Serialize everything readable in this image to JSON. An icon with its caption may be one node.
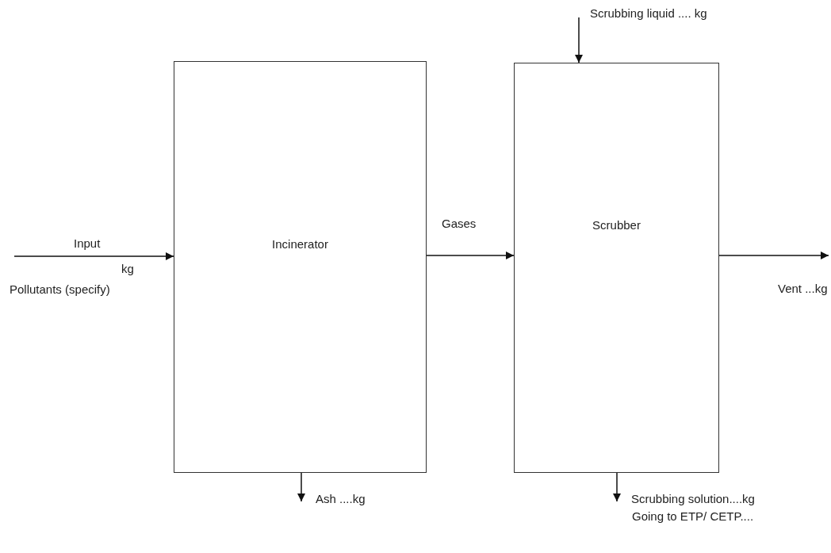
{
  "diagram": {
    "nodes": [
      {
        "text": [
          "Incinerator"
        ]
      },
      {
        "text": [
          "Scrubber"
        ]
      }
    ],
    "edges": [
      {
        "from": null,
        "to": 0,
        "arrow": "to",
        "label": "Input"
      },
      {
        "from": 0,
        "to": 1,
        "arrow": "to",
        "label": "Gases"
      },
      {
        "from": 1,
        "to": null,
        "arrow": "to",
        "label": "Vent ...kg"
      },
      {
        "from": null,
        "to": 1,
        "arrow": "to",
        "label": "Scrubbing liquid .... kg"
      },
      {
        "from": 0,
        "to": null,
        "arrow": "to",
        "label": "Ash ....kg"
      },
      {
        "from": 1,
        "to": null,
        "arrow": "to",
        "label": "Scrubbing solution....kg"
      }
    ],
    "labels": [
      "kg",
      "Pollutants (specify)",
      "Going to ETP/ CETP...."
    ]
  }
}
